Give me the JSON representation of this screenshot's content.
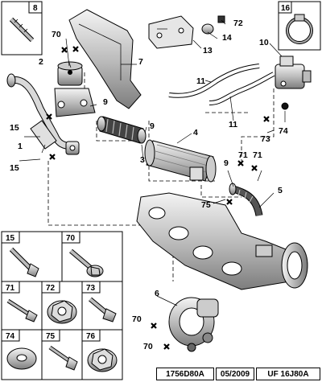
{
  "callouts": {
    "c1": "1",
    "c2": "2",
    "c3": "3",
    "c4": "4",
    "c5": "5",
    "c6": "6",
    "c7": "7",
    "c9a": "9",
    "c9b": "9",
    "c9c": "9",
    "c10": "10",
    "c11a": "11",
    "c11b": "11",
    "c13": "13",
    "c14": "14",
    "c15a": "15",
    "c15b": "15",
    "c70a": "70",
    "c70b": "70",
    "c70c": "70",
    "c71a": "71",
    "c71b": "71",
    "c72": "72",
    "c73": "73",
    "c74": "74",
    "c75": "75"
  },
  "boxes": {
    "b8": "8",
    "b16": "16",
    "g15": "15",
    "g70": "70",
    "g71": "71",
    "g72": "72",
    "g73": "73",
    "g74": "74",
    "g75": "75",
    "g76": "76"
  },
  "footer": {
    "ref_main": "1756D80A",
    "ref_date": "05/2009",
    "ref_secondary": "UF 16J80A"
  },
  "colors": {
    "line": "#000000",
    "part_fill": "#e6e6e6",
    "part_shade": "#9a9a9a",
    "background": "#ffffff"
  }
}
